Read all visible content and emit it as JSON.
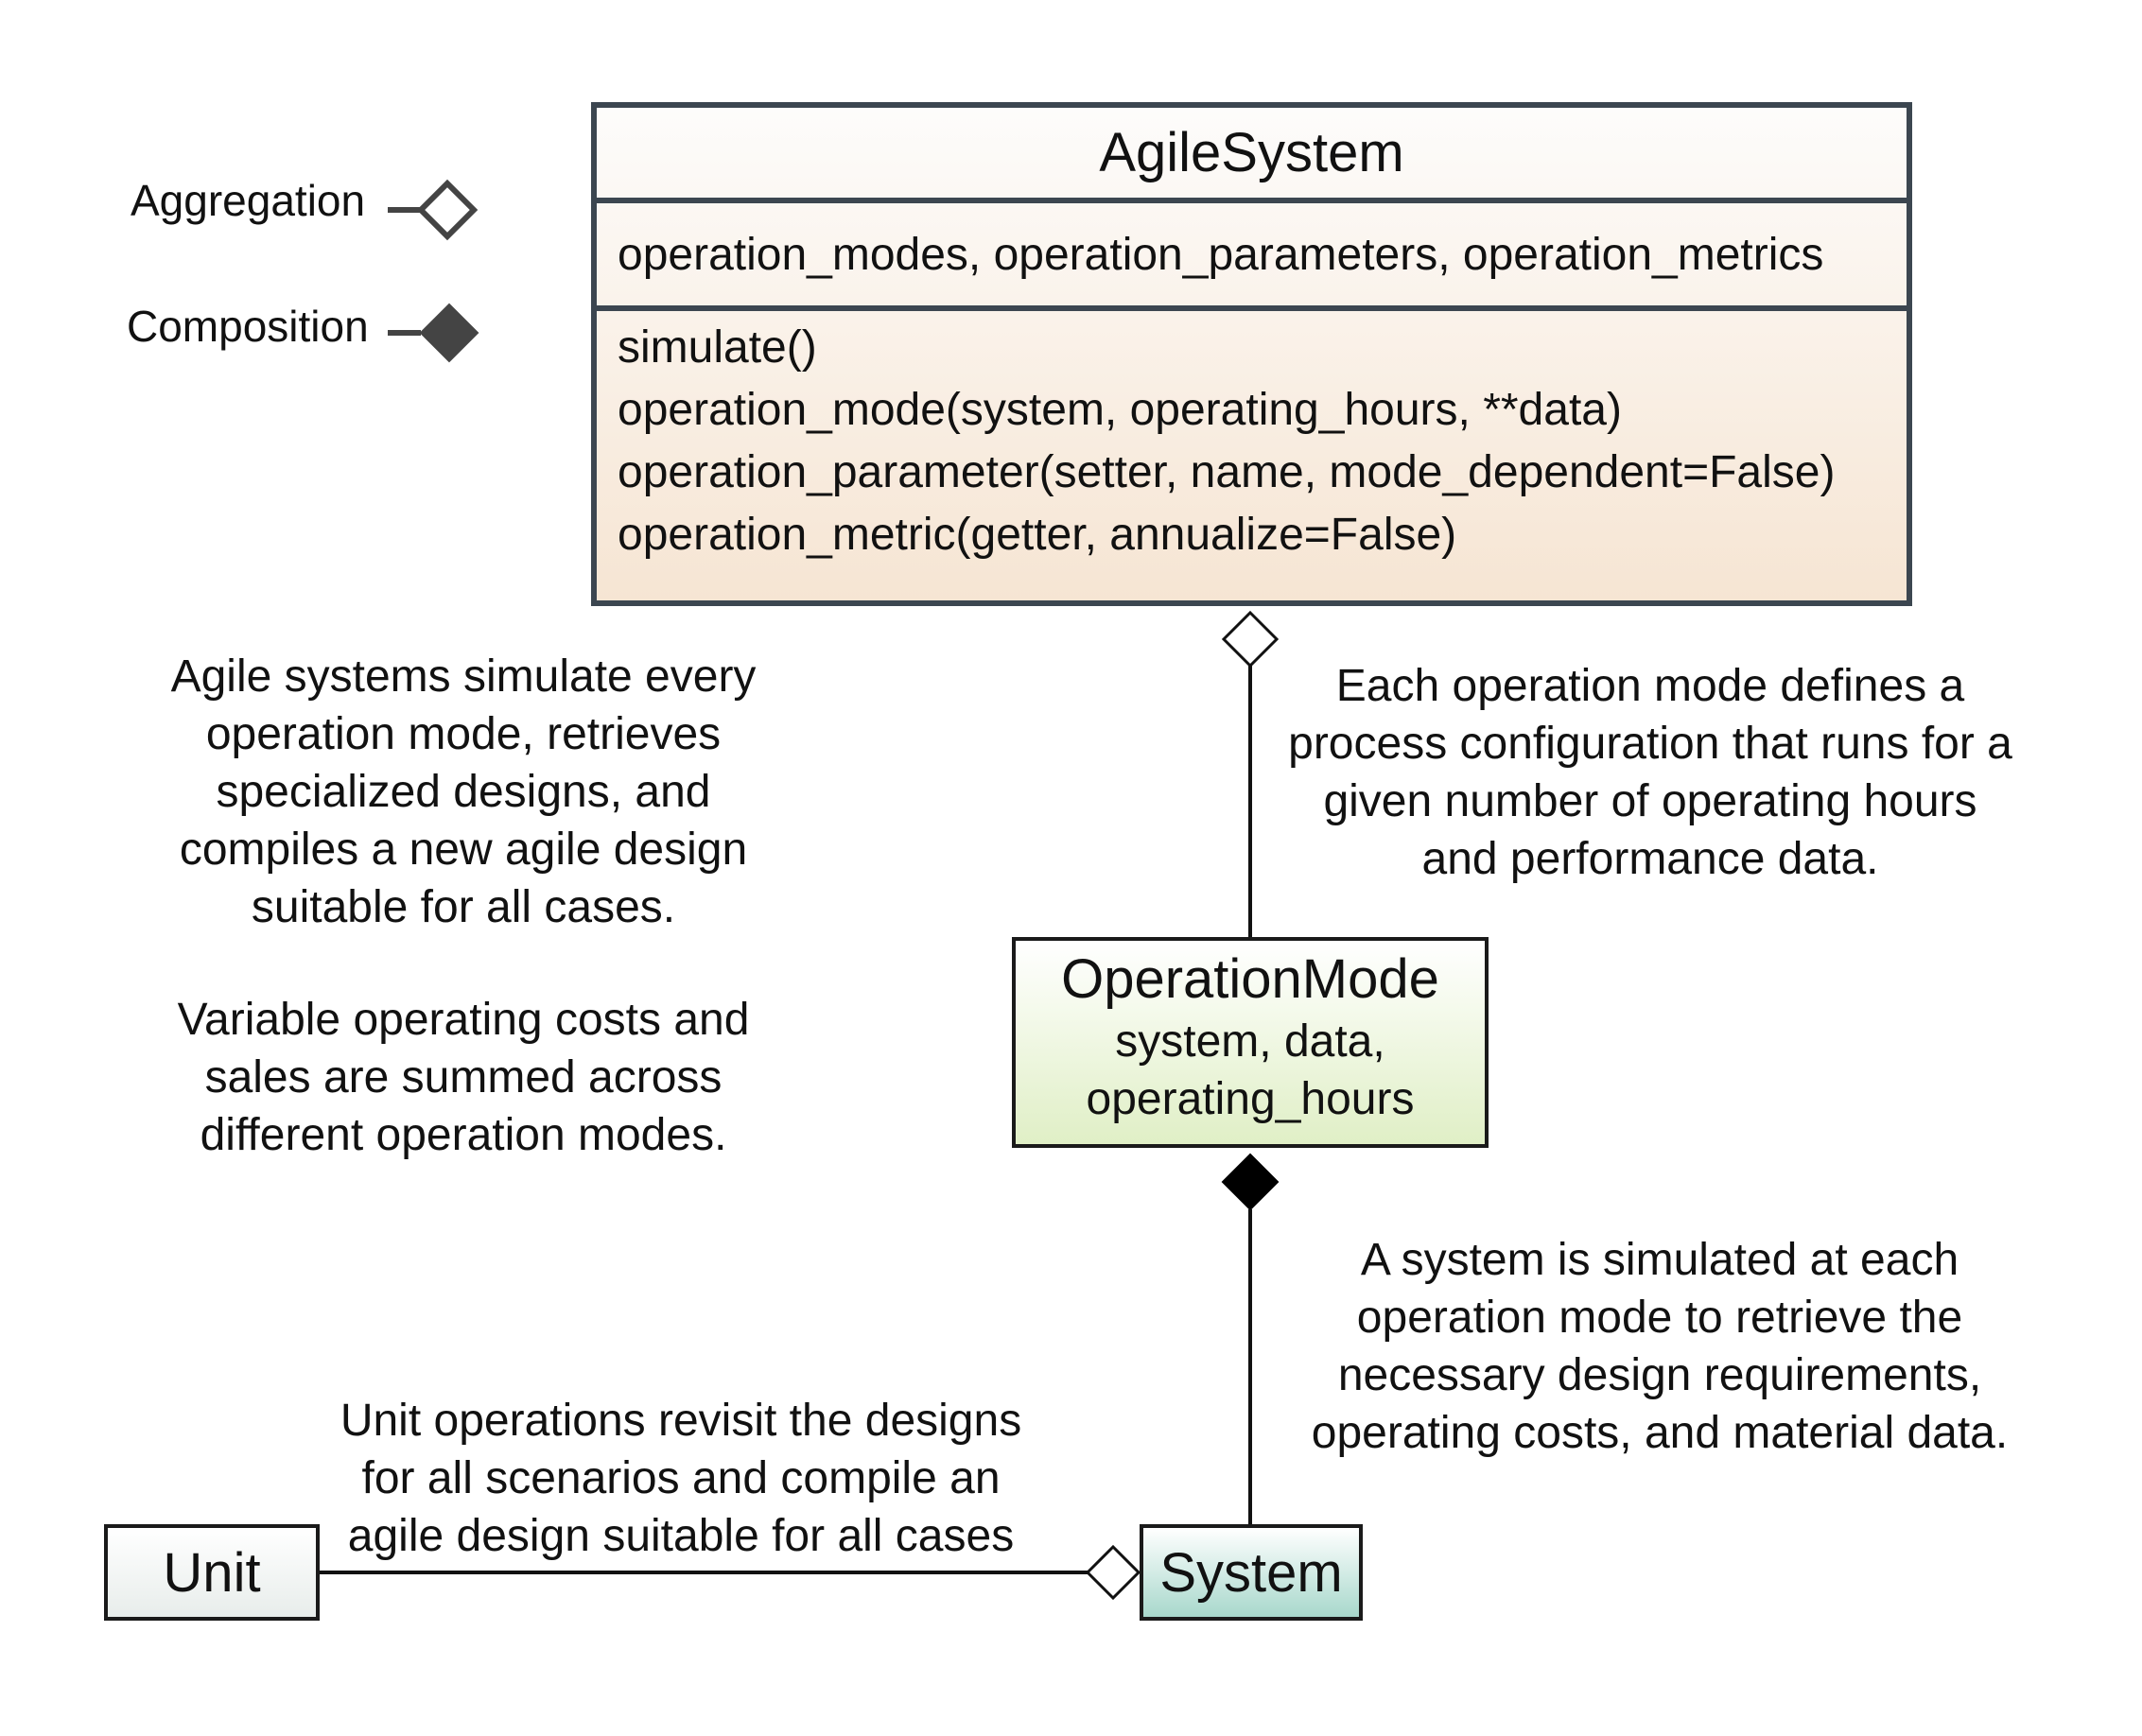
{
  "legend": {
    "aggregation_label": "Aggregation",
    "composition_label": "Composition"
  },
  "agile_system": {
    "name": "AgileSystem",
    "attributes": "operation_modes, operation_parameters, operation_metrics",
    "methods": [
      "simulate()",
      "operation_mode(system, operating_hours, **data)",
      "operation_parameter(setter, name, mode_dependent=False)",
      "operation_metric(getter, annualize=False)"
    ]
  },
  "operation_mode": {
    "name": "OperationMode",
    "fields_line1": "system, data,",
    "fields_line2": "operating_hours"
  },
  "system": {
    "name": "System"
  },
  "unit": {
    "name": "Unit"
  },
  "notes": {
    "agile_description": "Agile systems simulate every\noperation mode, retrieves\nspecialized designs, and\ncompiles a new agile design\nsuitable for all cases.",
    "costs_description": "Variable operating costs and\nsales are summed across\ndifferent operation modes.",
    "operation_mode_description": "Each operation mode defines a\nprocess configuration that runs for a\ngiven number of operating hours\nand performance data.",
    "system_description": "A system is simulated at each\noperation mode to retrieve the\nnecessary design requirements,\noperating costs, and material data.",
    "unit_description": "Unit operations revisit the designs\nfor all scenarios and compile an\nagile design suitable for all cases"
  },
  "colors": {
    "border_dark": "#3c4650",
    "agile_fill_top": "#fdfcfb",
    "agile_fill_bottom": "#f6e5d3",
    "opmode_fill_bottom": "#e0efc6",
    "system_fill_bottom": "#a8d8cc",
    "legend_diamond": "#444444"
  }
}
